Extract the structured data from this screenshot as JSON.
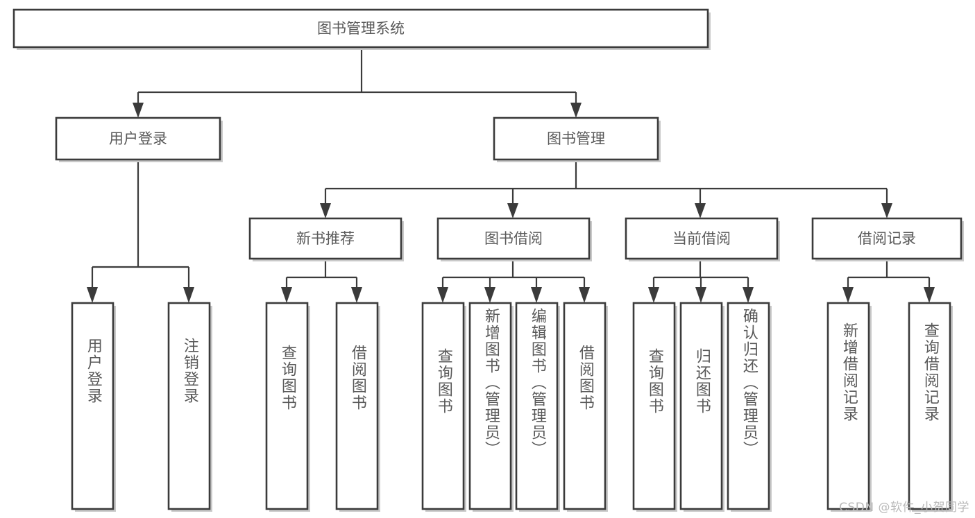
{
  "diagram": {
    "type": "tree",
    "title": "图书管理系统",
    "watermark": "CSDN @软件_小贺同学",
    "colors": {
      "box_stroke": "#3b3b3b",
      "box_fill": "#ffffff",
      "text": "#595959",
      "connector": "#3b3b3b",
      "watermark": "#b9b9b9",
      "background": "#ffffff"
    },
    "root": {
      "label": "图书管理系统"
    },
    "level2": [
      {
        "label": "用户登录"
      },
      {
        "label": "图书管理"
      }
    ],
    "level3": [
      {
        "label": "新书推荐"
      },
      {
        "label": "图书借阅"
      },
      {
        "label": "当前借阅"
      },
      {
        "label": "借阅记录"
      }
    ],
    "leaves": [
      {
        "label": "用户登录",
        "parent": "用户登录"
      },
      {
        "label": "注销登录",
        "parent": "用户登录"
      },
      {
        "label": "查询图书",
        "parent": "新书推荐"
      },
      {
        "label": "借阅图书",
        "parent": "新书推荐"
      },
      {
        "label": "查询图书",
        "parent": "图书借阅"
      },
      {
        "label": "新增图书（管理员）",
        "parent": "图书借阅"
      },
      {
        "label": "编辑图书（管理员）",
        "parent": "图书借阅"
      },
      {
        "label": "借阅图书",
        "parent": "图书借阅"
      },
      {
        "label": "查询图书",
        "parent": "当前借阅"
      },
      {
        "label": "归还图书",
        "parent": "当前借阅"
      },
      {
        "label": "确认归还（管理员）",
        "parent": "当前借阅"
      },
      {
        "label": "新增借阅记录",
        "parent": "借阅记录"
      },
      {
        "label": "查询借阅记录",
        "parent": "借阅记录"
      }
    ]
  }
}
